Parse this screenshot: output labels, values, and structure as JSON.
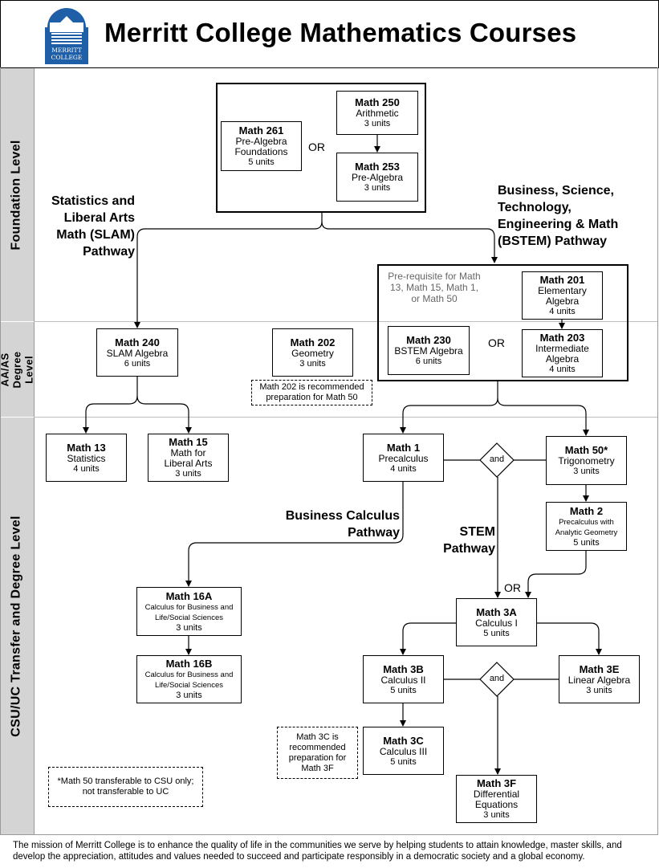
{
  "title": "Merritt College Mathematics Courses",
  "logo": {
    "name": "MERRITT COLLEGE",
    "line1": "MERRITT",
    "line2": "COLLEGE"
  },
  "bands": {
    "foundation": "Foundation Level",
    "aaas": "AA/AS Degree Level",
    "transfer": "CSU/UC Transfer and Degree Level"
  },
  "courses": {
    "m261": {
      "code": "Math 261",
      "name": "Pre-Algebra Foundations",
      "units": "5 units"
    },
    "m250": {
      "code": "Math 250",
      "name": "Arithmetic",
      "units": "3 units"
    },
    "m253": {
      "code": "Math 253",
      "name": "Pre-Algebra",
      "units": "3 units"
    },
    "m201": {
      "code": "Math 201",
      "name": "Elementary Algebra",
      "units": "4 units"
    },
    "m240": {
      "code": "Math 240",
      "name": "SLAM Algebra",
      "units": "6 units"
    },
    "m202": {
      "code": "Math 202",
      "name": "Geometry",
      "units": "3 units"
    },
    "m230": {
      "code": "Math 230",
      "name": "BSTEM Algebra",
      "units": "6 units"
    },
    "m203": {
      "code": "Math 203",
      "name": "Intermediate Algebra",
      "units": "4 units"
    },
    "m13": {
      "code": "Math 13",
      "name": "Statistics",
      "units": "4 units"
    },
    "m15": {
      "code": "Math 15",
      "name": "Math for Liberal Arts",
      "units": "3 units"
    },
    "m1": {
      "code": "Math 1",
      "name": "Precalculus",
      "units": "4 units"
    },
    "m50": {
      "code": "Math 50*",
      "name": "Trigonometry",
      "units": "3 units"
    },
    "m2": {
      "code": "Math 2",
      "name": "Precalculus with Analytic Geometry",
      "units": "5 units"
    },
    "m16a": {
      "code": "Math 16A",
      "name": "Calculus for Business and Life/Social Sciences",
      "units": "3 units"
    },
    "m16b": {
      "code": "Math 16B",
      "name": "Calculus for Business and Life/Social Sciences",
      "units": "3 units"
    },
    "m3a": {
      "code": "Math 3A",
      "name": "Calculus I",
      "units": "5 units"
    },
    "m3b": {
      "code": "Math 3B",
      "name": "Calculus II",
      "units": "5 units"
    },
    "m3e": {
      "code": "Math 3E",
      "name": "Linear Algebra",
      "units": "3 units"
    },
    "m3c": {
      "code": "Math 3C",
      "name": "Calculus III",
      "units": "5 units"
    },
    "m3f": {
      "code": "Math 3F",
      "name": "Differential Equations",
      "units": "3 units"
    }
  },
  "labels": {
    "or": "OR",
    "and": "and",
    "slam_pathway": "Statistics and Liberal Arts Math (SLAM) Pathway",
    "bstem_pathway": "Business, Science, Technology, Engineering & Math (BSTEM) Pathway",
    "business_calc_pathway": "Business Calculus Pathway",
    "stem_pathway": "STEM Pathway",
    "prereq": "Pre-requisite for Math 13, Math 15, Math 1, or Math 50"
  },
  "notes": {
    "m202_note": "Math 202 is recommended preparation for Math 50",
    "m3c_note": "Math 3C is recommended preparation for Math 3F",
    "m50_note": "*Math 50 transferable to CSU only; not transferable to UC"
  },
  "footer": "The mission of Merritt College is to enhance the quality of life in the communities we serve by helping students to attain knowledge, master skills, and develop the appreciation, attitudes and values needed to succeed and participate responsibly in a democratic society and a global economy."
}
